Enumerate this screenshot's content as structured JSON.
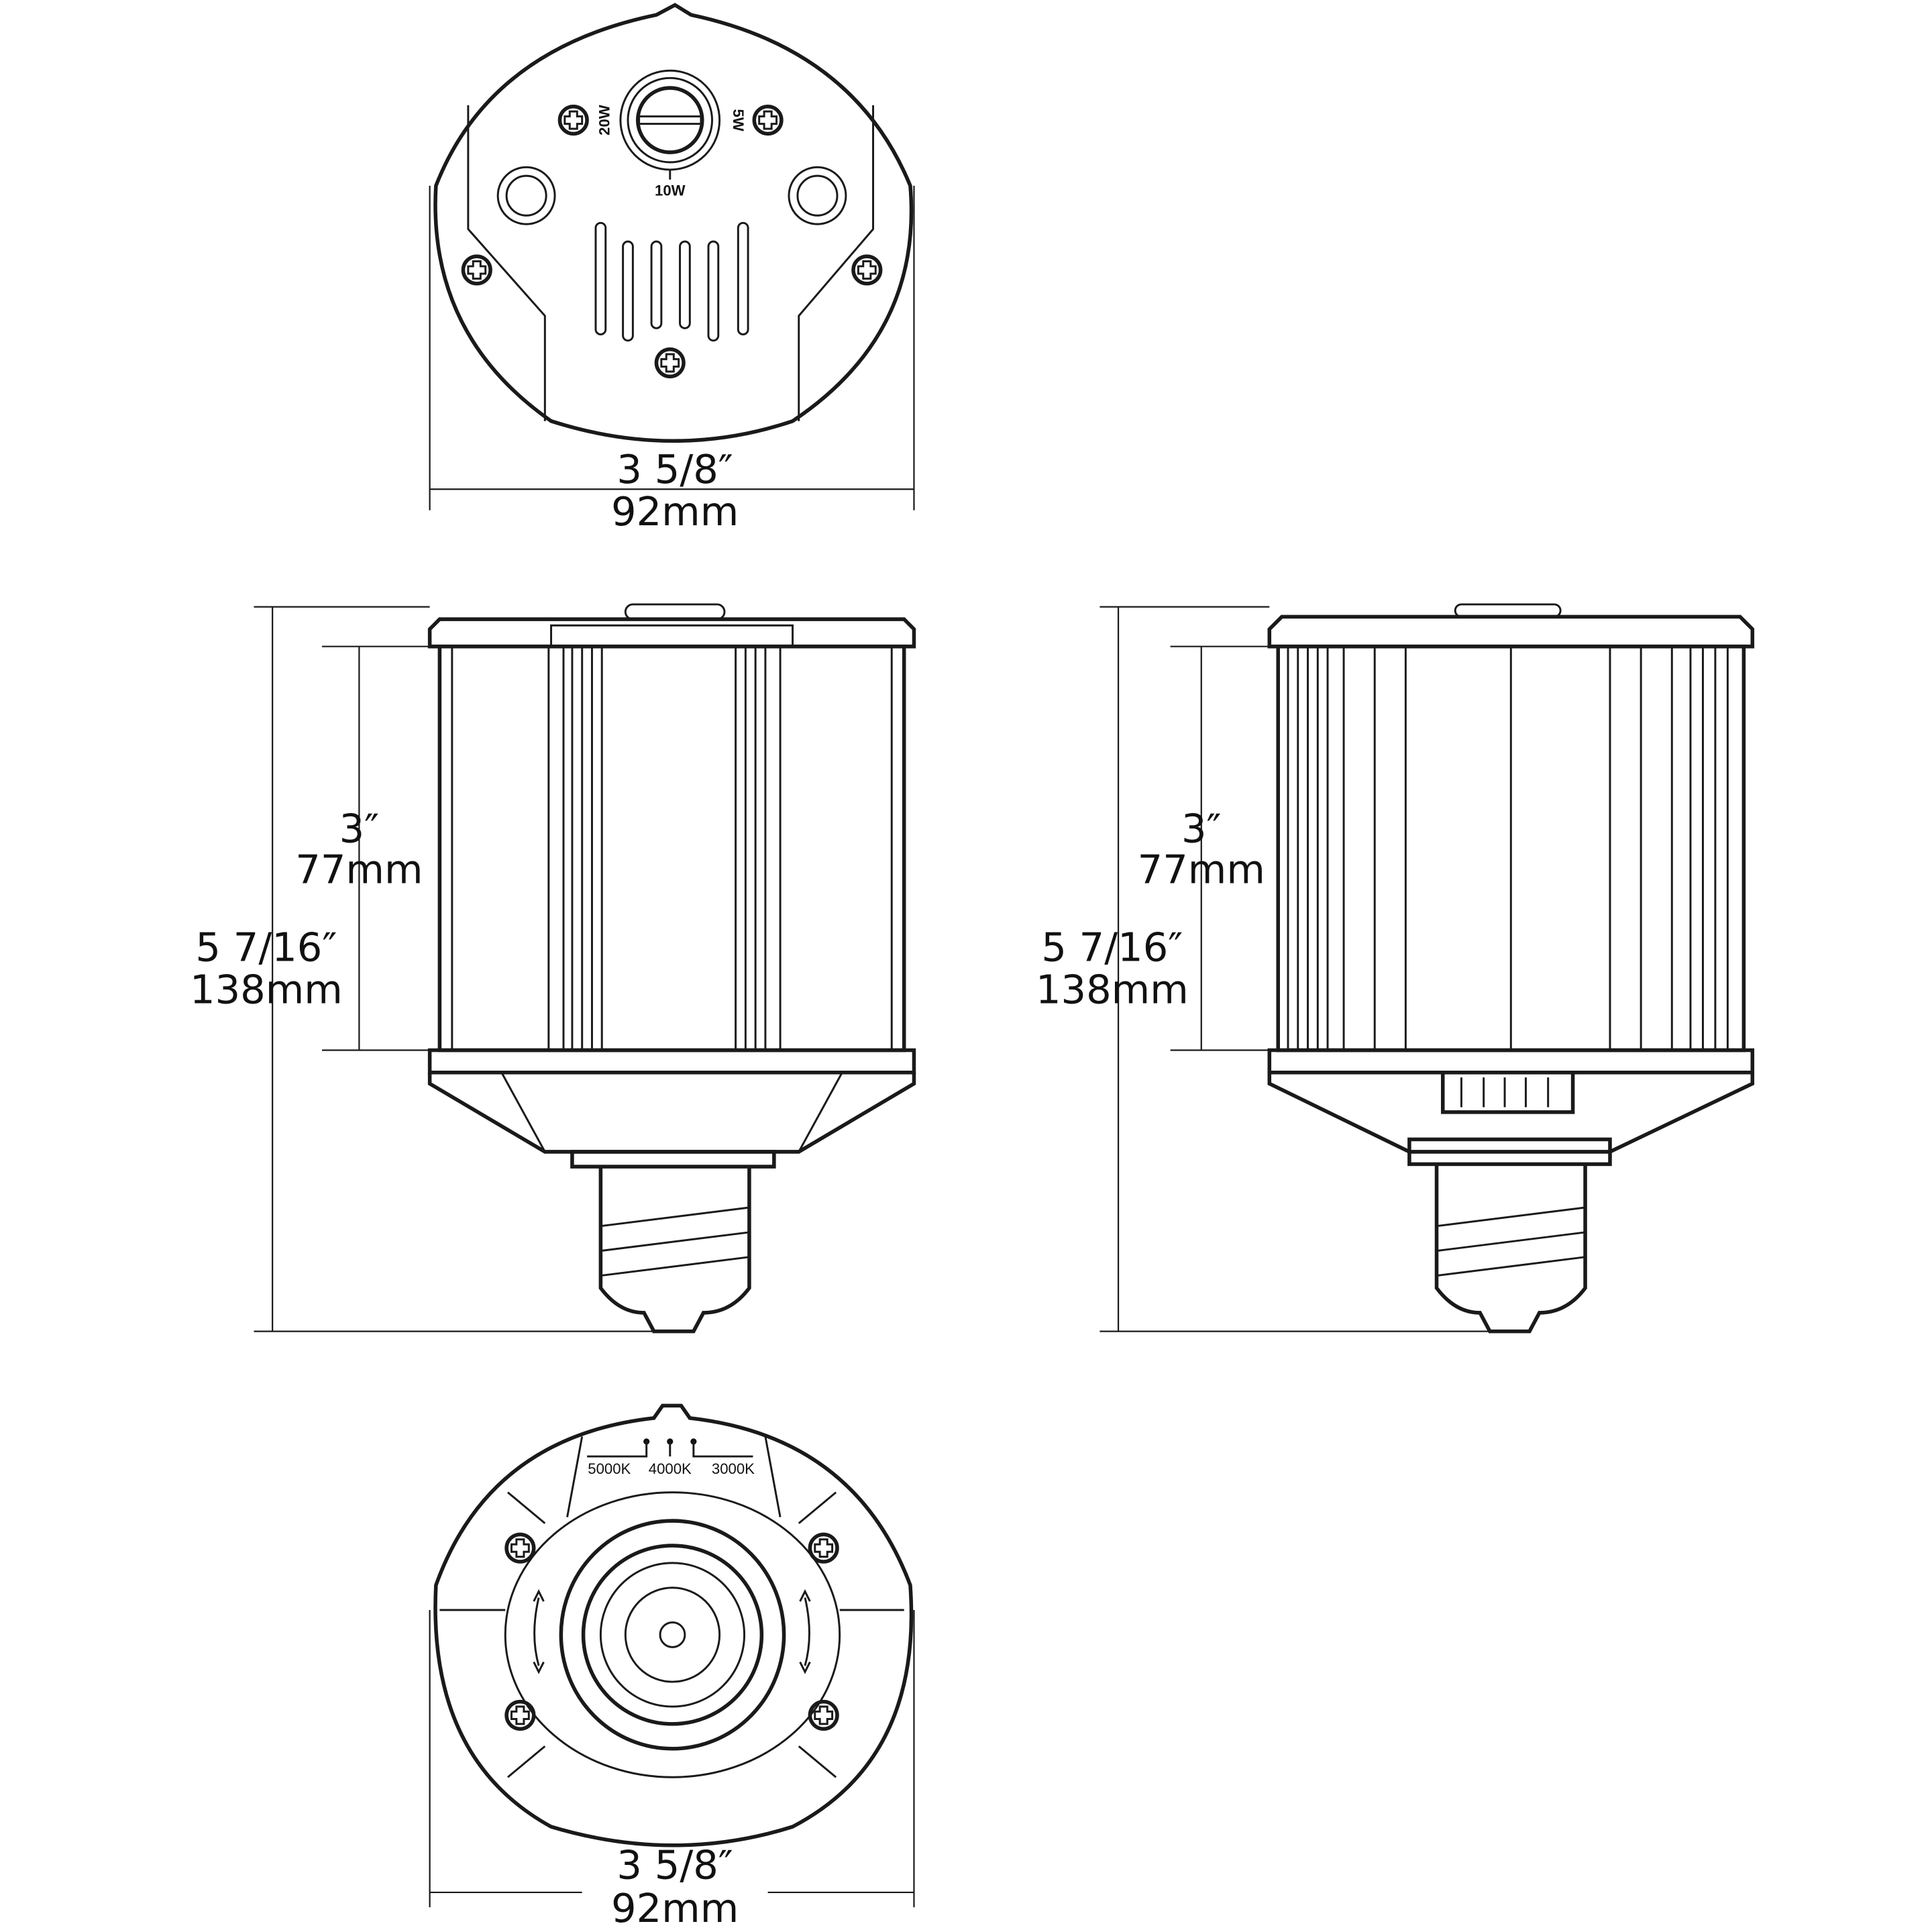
{
  "top_view": {
    "wattage_labels": {
      "left": "20W",
      "bottom": "10W",
      "right": "5W"
    },
    "width_in": "3  5/8″",
    "width_mm": "92mm"
  },
  "front_view": {
    "body_height_in": "3″",
    "body_height_mm": "77mm",
    "total_height_in": "5  7/16″",
    "total_height_mm": "138mm"
  },
  "side_view": {
    "body_height_in": "3″",
    "body_height_mm": "77mm",
    "total_height_in": "5  7/16″",
    "total_height_mm": "138mm"
  },
  "bottom_view": {
    "cct_labels": [
      "5000K",
      "4000K",
      "3000K"
    ],
    "width_in": "3  5/8″",
    "width_mm": "92mm"
  }
}
